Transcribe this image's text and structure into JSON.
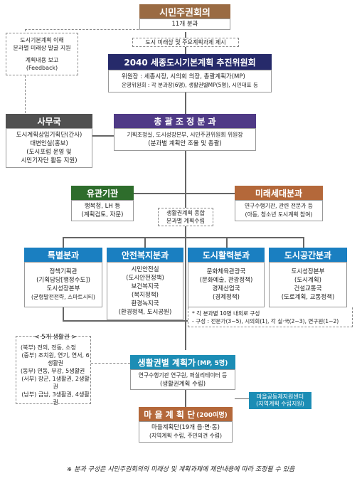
{
  "citizen_council": {
    "title": "시민주권회의",
    "body": "11개 분과"
  },
  "council_note": "도시 미래상 및 주요계획과제 제시",
  "feedback_note": {
    "line1": "도시기본계획 이해",
    "line2": "분과별 미래상 발굴 지원",
    "line3": "계획내용 보고",
    "line4": "(Feedback)"
  },
  "committee": {
    "title": "2040 세종도시기본계획 추진위원회",
    "line1": "위원장 : 세종시장, 시의회 의장, 총괄계획가(MP)",
    "line2": "운영위원회 : 각 분과장(6명), 생활권별MP(5명), 시민대표 등"
  },
  "secretariat": {
    "title": "사무국",
    "line1": "도시계획상임기획단(간사)",
    "line2": "대변인실(홍보)",
    "line3": "(도시포럼 운영 및",
    "line4": "시민기자단 활동 지원)"
  },
  "general": {
    "title": "총 괄 조 정 분 과",
    "line1": "기획조정실, 도시성장본부, 시민주권위원회 위원장",
    "line2": "(분과별 계획안 조율 및 총괄)"
  },
  "related": {
    "title": "유관기관",
    "line1": "행복청, LH 등",
    "line2": "(계획검토, 자문)"
  },
  "future": {
    "title": "미래세대분과",
    "line1": "연구수행기관, 관련 전문가 등",
    "line2": "(아동, 청소년 도시계획 참여)"
  },
  "center_note": {
    "line1": "생활권계획 종합",
    "line2": "분과별 계획수립"
  },
  "special": {
    "title": "특별분과",
    "line1": "정책기획관",
    "line2": "(기획담당[행정수도])",
    "line3": "도시성장본부",
    "line4": "(균형발전전략, 스마트시티)"
  },
  "safety": {
    "title": "안전복지분과",
    "line1": "시민안전실",
    "line2": "(도시안전정책)",
    "line3": "보건복지국",
    "line4": "(복지정책)",
    "line5": "환경녹지국",
    "line6": "(환경정책, 도시공원)"
  },
  "vitality": {
    "title": "도시활력분과",
    "line1": "문화체육관광국",
    "line2": "(문화예술, 관광정책)",
    "line3": "경제산업국",
    "line4": "(경제정책)"
  },
  "space": {
    "title": "도시공간분과",
    "line1": "도시성장본부",
    "line2": "(도시계획)",
    "line3": "건설교통국",
    "line4": "(도로계획, 교통정책)"
  },
  "composition_note": {
    "line1": "* 각 분과별 10명 내외로 구성",
    "line2": "- 구성 : 전문가(3~5), 시의회(1), 각 실·국(2~3), 연구원(1~2)"
  },
  "living_areas": {
    "title": "< 5개 생활권 >",
    "items": [
      "(북부) 전의, 전동, 소정",
      "(중부) 조치원, 연기, 연서, 6생활권",
      "(동부) 연동, 부강, 5생활권",
      "(서부) 장군, 1생활권, 2생활권",
      "(남부) 금남, 3생활권, 4생활권"
    ]
  },
  "living_plan": {
    "title": "생활권별 계획가",
    "title_suffix": "(MP, 5명)",
    "line1": "연구수행기관 연구원, 퍼실리테이터 등",
    "line2": "(생활권계획 수립)"
  },
  "village_center": {
    "line1": "마을공동체지원센터",
    "line2": "(지역계획 수립지원)"
  },
  "village": {
    "title": "마 을 계 획 단",
    "title_suffix": "(200여명)",
    "line1": "마을계획단(19개 읍·면·동)",
    "line2": "(지역계획 수립, 주민의견 수렴)"
  },
  "footnote": "※ 분과 구성은 시민주권회의의 미래상 및 계획과제에 제안내용에 따라 조정될 수 있음"
}
